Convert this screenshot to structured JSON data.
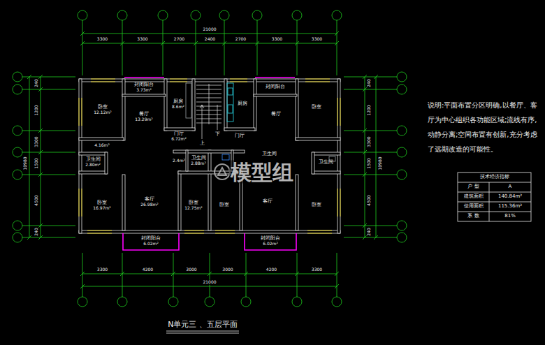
{
  "diagram": {
    "caption": "N单元三 、五层平面",
    "nodes": [
      {
        "text": [
          "卧室",
          "12.12m²"
        ]
      },
      {
        "text": [
          "封闭阳台",
          "3.73m²"
        ]
      },
      {
        "text": [
          "餐厅",
          "13.29m²"
        ]
      },
      {
        "text": [
          "厨房",
          "8.6m²"
        ]
      },
      {
        "text": [
          "门厅",
          "6.72m²"
        ]
      },
      {
        "text": [
          "4.16m²"
        ]
      },
      {
        "text": [
          "卫生间",
          "2.80m²"
        ]
      },
      {
        "text": [
          "2.4m²"
        ]
      },
      {
        "text": [
          "卫生间",
          "2.88m²"
        ]
      },
      {
        "text": [
          "客厅",
          "26.98m²"
        ]
      },
      {
        "text": [
          "卧室",
          "16.97m²"
        ]
      },
      {
        "text": [
          "卧室",
          "12.75m²"
        ]
      },
      {
        "text": [
          "封闭阳台",
          "6.02m²"
        ]
      },
      {
        "text": [
          "封闭阳台"
        ]
      },
      {
        "text": [
          "厨房"
        ]
      },
      {
        "text": [
          "餐厅"
        ]
      },
      {
        "text": [
          "卧室"
        ]
      },
      {
        "text": [
          "门厅"
        ]
      },
      {
        "text": [
          "卫生间"
        ]
      },
      {
        "text": [
          "卫生间"
        ]
      },
      {
        "text": [
          "卧室"
        ]
      },
      {
        "text": [
          "客厅"
        ]
      },
      {
        "text": [
          "卧室"
        ]
      },
      {
        "text": [
          "封闭阳台",
          "6.02m²"
        ]
      }
    ],
    "labels": [
      "21000",
      "3300",
      "3300",
      "2700",
      "2400",
      "2700",
      "3300",
      "3300",
      "240",
      "1200",
      "3300",
      "1500",
      "4500",
      "240",
      "10980",
      "240",
      "1200",
      "3300",
      "1500",
      "4500",
      "240",
      "10980",
      "上",
      "下",
      "3300",
      "4200",
      "3000",
      "3000",
      "4200",
      "3300",
      "21000",
      "说明:平面布置分区明确,以餐厅、客厅为中心组织各功能区域;流线有序,动静分离;空间布置有创新,充分考虑了远期改造的可能性。",
      "技术经济指标",
      "户 型",
      "A",
      "建筑面积",
      "140.84m²",
      "使用面积",
      "115.36m²",
      "系 数",
      "81%",
      "模型组"
    ]
  }
}
